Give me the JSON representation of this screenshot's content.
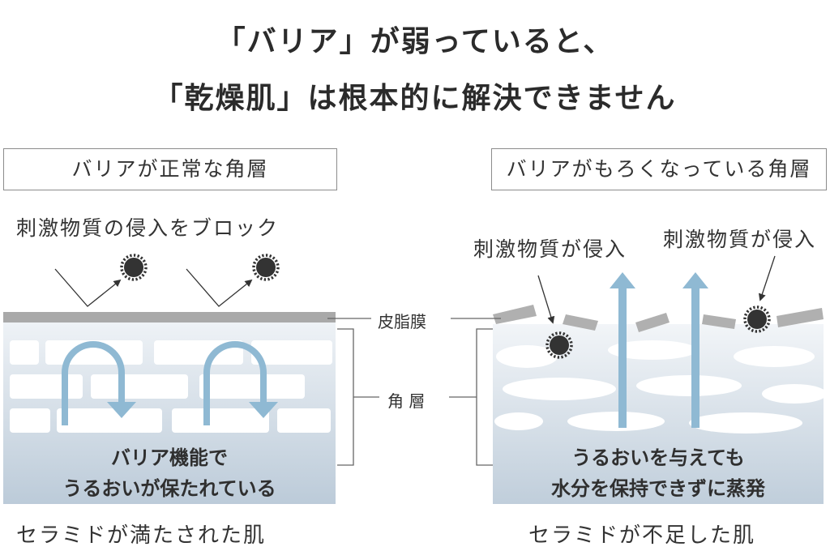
{
  "headline": {
    "line1": "「バリア」が弱っていると、",
    "line2": "「乾燥肌」は根本的に解決できません"
  },
  "left_panel": {
    "label": "バリアが正常な角層",
    "top_text": "刺激物質の侵入をブロック",
    "inner_line1": "バリア機能で",
    "inner_line2": "うるおいが保たれている",
    "caption": "セラミドが満たされた肌"
  },
  "right_panel": {
    "label": "バリアがもろくなっている角層",
    "annotation_left": "刺激物質が侵入",
    "annotation_right": "刺激物質が侵入",
    "inner_line1": "うるおいを与えても",
    "inner_line2": "水分を保持できずに蒸発",
    "caption": "セラミドが不足した肌"
  },
  "center_labels": {
    "sebum": "皮脂膜",
    "stratum": "角 層"
  },
  "colors": {
    "arrow_blue": "#8fb9d3",
    "particle": "#333333",
    "sebum_gray": "#a9a9a9",
    "layer_top": "#eef2f6",
    "layer_bottom": "#bccbd9"
  }
}
